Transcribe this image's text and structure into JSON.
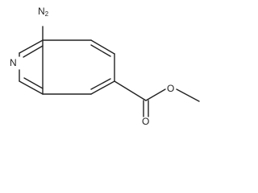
{
  "molecule": {
    "atoms": {
      "amine": {
        "element": "N",
        "hydrogens": "2"
      },
      "ring_n": {
        "element": "N"
      },
      "carbonyl_o": {
        "element": "O"
      },
      "ester_o": {
        "element": "O"
      }
    },
    "bond_color": "#222222",
    "background": "#ffffff"
  }
}
